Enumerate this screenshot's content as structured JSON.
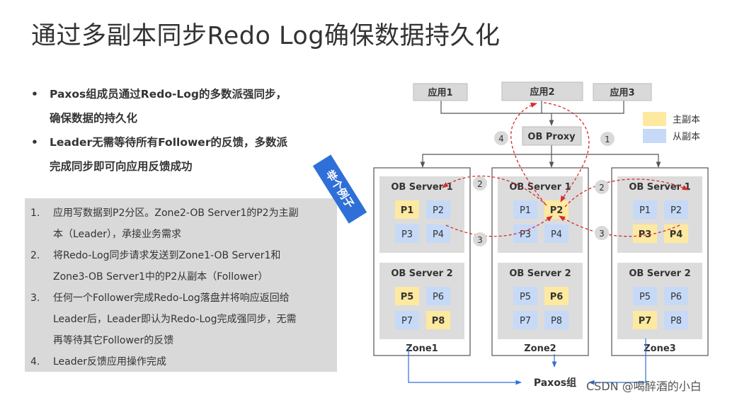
{
  "title": "通过多副本同步Redo Log确保数据持久化",
  "bullets": [
    {
      "marker": "•",
      "lines": [
        "Paxos组成员通过Redo-Log的多数派强同步，",
        "确保数据的持久化"
      ]
    },
    {
      "marker": "•",
      "lines": [
        "Leader无需等待所有Follower的反馈，多数派",
        "完成同步即可向应用反馈成功"
      ]
    }
  ],
  "steps": [
    {
      "num": "1.",
      "lines": [
        "应用写数据到P2分区。Zone2-OB Server1的P2为主副",
        "本（Leader），承接业务需求"
      ]
    },
    {
      "num": "2.",
      "lines": [
        "将Redo-Log同步请求发送到Zone1-OB Server1和",
        "Zone3-OB Server1中的P2从副本（Follower）"
      ]
    },
    {
      "num": "3.",
      "lines": [
        "任何一个Follower完成Redo-Log落盘并将响应返回给",
        "Leader后，Leader即认为Redo-Log完成强同步，无需",
        "再等待其它Follower的反馈"
      ]
    },
    {
      "num": "4.",
      "lines": [
        "Leader反馈应用操作完成"
      ]
    }
  ],
  "ribbon": "举个例子",
  "diagram": {
    "apps": [
      "应用1",
      "应用2",
      "应用3"
    ],
    "proxy": "OB Proxy",
    "legend": [
      {
        "label": "主副本",
        "color": "#fde9a0"
      },
      {
        "label": "从副本",
        "color": "#c6d9f7"
      }
    ],
    "zones": [
      {
        "name": "Zone1",
        "servers": [
          {
            "name": "OB Server 1",
            "parts": [
              {
                "label": "P1",
                "leader": true
              },
              {
                "label": "P2",
                "leader": false
              },
              {
                "label": "P3",
                "leader": false
              },
              {
                "label": "P4",
                "leader": false
              }
            ]
          },
          {
            "name": "OB Server 2",
            "parts": [
              {
                "label": "P5",
                "leader": true
              },
              {
                "label": "P6",
                "leader": false
              },
              {
                "label": "P7",
                "leader": false
              },
              {
                "label": "P8",
                "leader": true
              }
            ]
          }
        ]
      },
      {
        "name": "Zone2",
        "servers": [
          {
            "name": "OB Server 1",
            "parts": [
              {
                "label": "P1",
                "leader": false
              },
              {
                "label": "P2",
                "leader": true
              },
              {
                "label": "P3",
                "leader": false
              },
              {
                "label": "P4",
                "leader": false
              }
            ]
          },
          {
            "name": "OB Server 2",
            "parts": [
              {
                "label": "P5",
                "leader": false
              },
              {
                "label": "P6",
                "leader": true
              },
              {
                "label": "P7",
                "leader": false
              },
              {
                "label": "P8",
                "leader": false
              }
            ]
          }
        ]
      },
      {
        "name": "Zone3",
        "servers": [
          {
            "name": "OB Server 1",
            "parts": [
              {
                "label": "P1",
                "leader": false
              },
              {
                "label": "P2",
                "leader": false
              },
              {
                "label": "P3",
                "leader": true
              },
              {
                "label": "P4",
                "leader": true
              }
            ]
          },
          {
            "name": "OB Server 2",
            "parts": [
              {
                "label": "P5",
                "leader": false
              },
              {
                "label": "P6",
                "leader": false
              },
              {
                "label": "P7",
                "leader": true
              },
              {
                "label": "P8",
                "leader": false
              }
            ]
          }
        ]
      }
    ],
    "step_markers": [
      "1",
      "2",
      "2",
      "3",
      "3",
      "4"
    ],
    "paxos_label": "Paxos组"
  },
  "watermark": "CSDN @喝醉酒的小白"
}
